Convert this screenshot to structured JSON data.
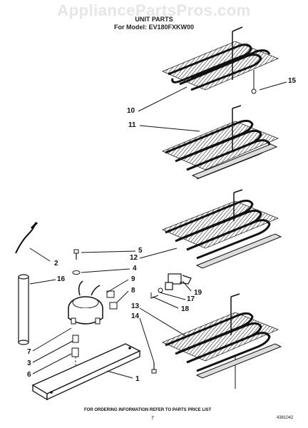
{
  "watermark": "AppliancePartsPros.com",
  "header": {
    "title": "UNIT PARTS",
    "model_line": "For Model: EV180FXKW00"
  },
  "callouts": {
    "c1": "1",
    "c2": "2",
    "c3": "3",
    "c4": "4",
    "c5": "5",
    "c6": "6",
    "c7": "7",
    "c8": "8",
    "c9": "9",
    "c10": "10",
    "c11": "11",
    "c12": "12",
    "c13": "13",
    "c14": "14",
    "c15": "15",
    "c16": "16",
    "c17": "17",
    "c18": "18",
    "c19": "19"
  },
  "footer": {
    "note": "FOR ORDERING INFORMATION REFER TO PARTS PRICE LIST",
    "page": "7",
    "doc_number": "4361042"
  }
}
